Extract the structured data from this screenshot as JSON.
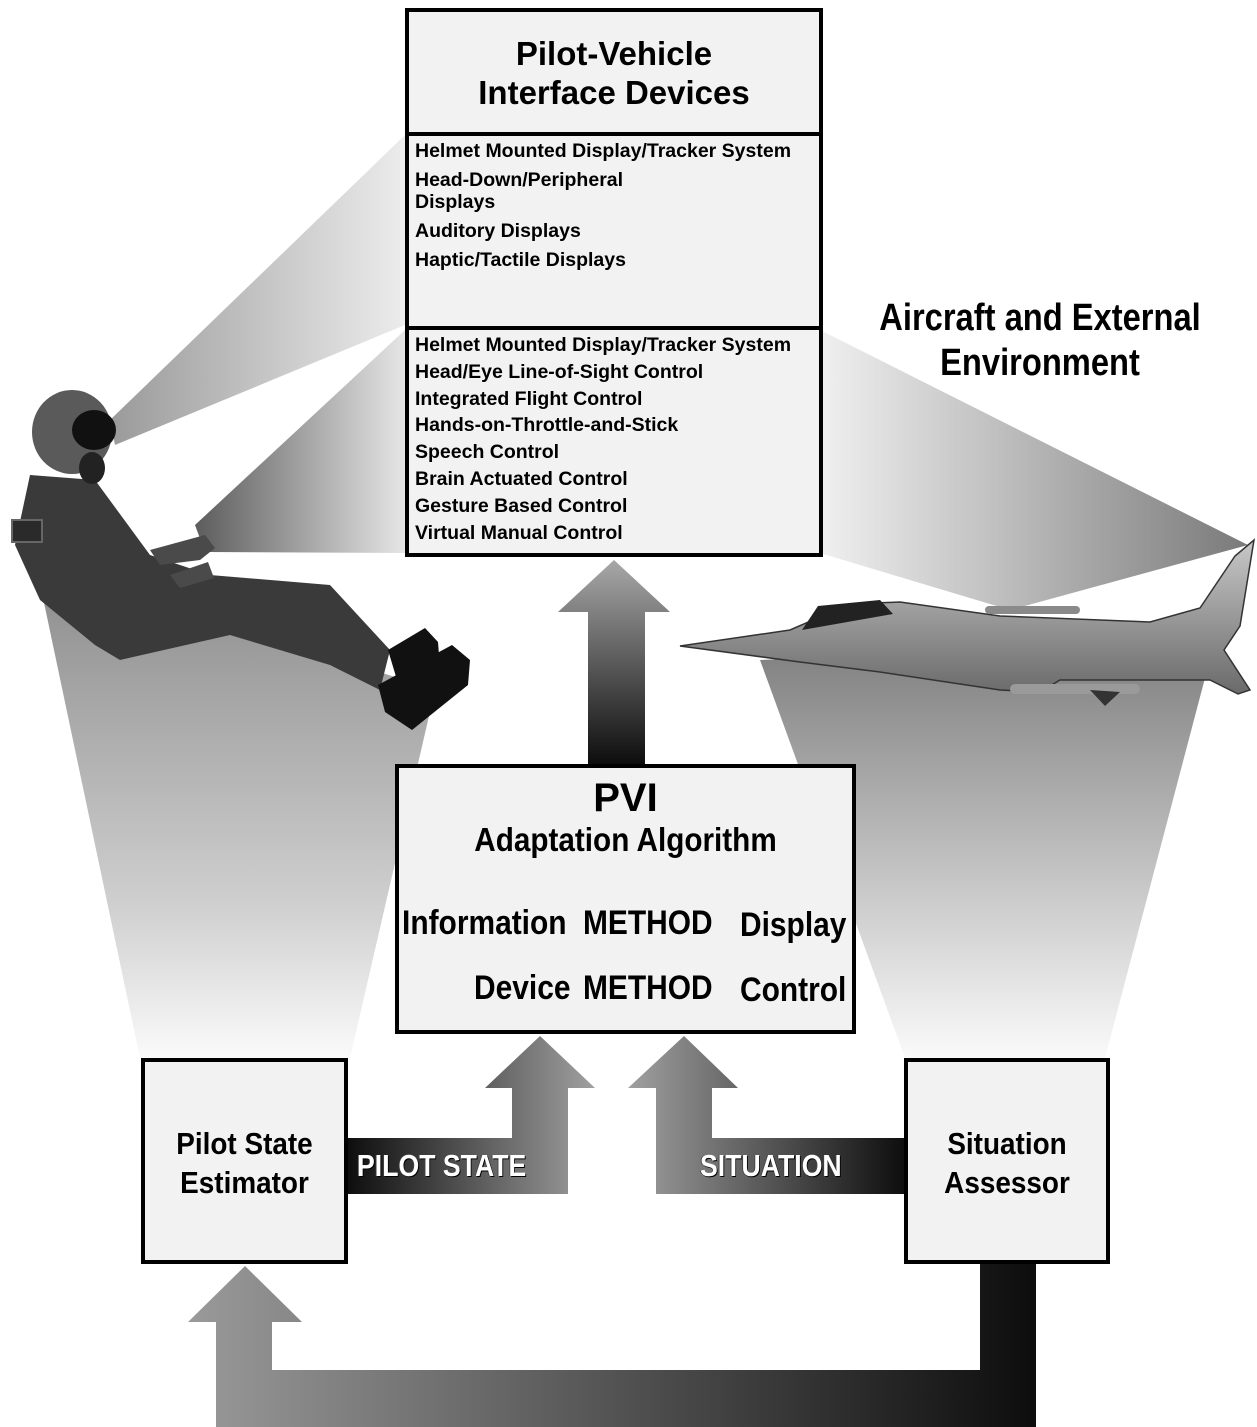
{
  "pvi_devices": {
    "title_line1": "Pilot-Vehicle",
    "title_line2": "Interface Devices",
    "display_items": [
      "Helmet Mounted Display/Tracker System",
      "Head-Down/Peripheral Displays",
      "Auditory Displays",
      "Haptic/Tactile Displays"
    ],
    "control_items": [
      "Helmet Mounted Display/Tracker System",
      "Head/Eye Line-of-Sight Control",
      "Integrated Flight Control",
      "Hands-on-Throttle-and-Stick",
      "Speech Control",
      "Brain Actuated Control",
      "Gesture Based Control",
      "Virtual Manual Control"
    ]
  },
  "environment": {
    "line1": "Aircraft and External",
    "line2": "Environment"
  },
  "algorithm": {
    "title": "PVI",
    "subtitle": "Adaptation Algorithm",
    "row1": {
      "left": "Information",
      "method": "METHOD",
      "right": "Display"
    },
    "row2": {
      "left": "Device",
      "method": "METHOD",
      "right": "Control"
    }
  },
  "pilot_state_estimator": {
    "line1": "Pilot State",
    "line2": "Estimator"
  },
  "situation_assessor": {
    "line1": "Situation",
    "line2": "Assessor"
  },
  "flows": {
    "pilot_state": "PILOT STATE",
    "situation": "SITUATION"
  },
  "colors": {
    "box_fill": "#f2f2f2",
    "border": "#000000",
    "arrow_light": "#9c9c9c",
    "arrow_dark": "#141414"
  },
  "icons": [
    "pilot-figure",
    "fighter-jet"
  ]
}
